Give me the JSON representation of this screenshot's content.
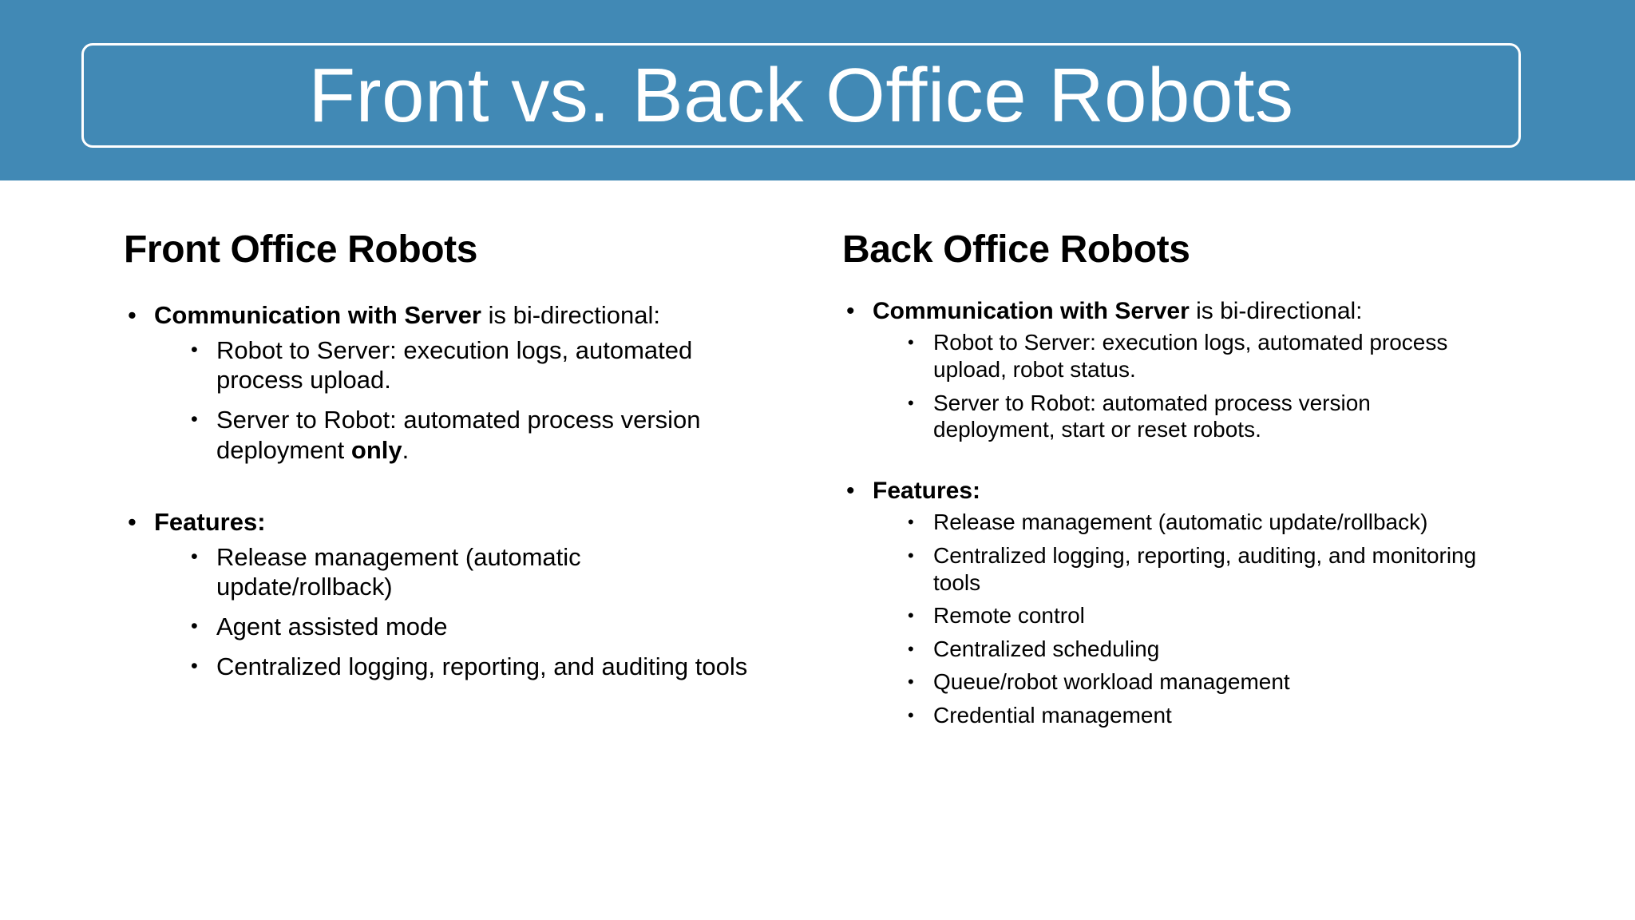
{
  "slide": {
    "title": "Front vs. Back Office Robots",
    "header_color": "#4189b5",
    "title_text_color": "#ffffff",
    "body_text_color": "#000000",
    "bullet_glyph": "•"
  },
  "columns": {
    "left": {
      "heading": "Front Office Robots",
      "groups": [
        {
          "lead_bold": "Communication with Server",
          "lead_rest": " is bi-directional:",
          "sub_items": [
            {
              "text": "Robot to Server: execution logs, automated process upload."
            },
            {
              "text_pre": "Server to Robot: automated process version deployment ",
              "text_bold": "only",
              "text_post": "."
            }
          ]
        },
        {
          "lead_bold": "Features:",
          "lead_rest": "",
          "sub_items": [
            {
              "text": "Release management (automatic update/rollback)"
            },
            {
              "text": "Agent assisted mode"
            },
            {
              "text": "Centralized logging, reporting, and auditing tools"
            }
          ]
        }
      ]
    },
    "right": {
      "heading": "Back Office Robots",
      "groups": [
        {
          "lead_bold": "Communication with Server",
          "lead_rest": " is bi-directional:",
          "sub_items": [
            {
              "text": "Robot to Server: execution logs, automated process upload, robot status."
            },
            {
              "text": "Server to Robot: automated process version deployment, start or reset robots."
            }
          ]
        },
        {
          "lead_bold": "Features:",
          "lead_rest": "",
          "sub_items": [
            {
              "text": "Release management (automatic update/rollback)"
            },
            {
              "text": "Centralized logging, reporting, auditing, and monitoring tools"
            },
            {
              "text": "Remote control"
            },
            {
              "text": "Centralized scheduling"
            },
            {
              "text": "Queue/robot workload management"
            },
            {
              "text": "Credential management"
            }
          ]
        }
      ]
    }
  }
}
